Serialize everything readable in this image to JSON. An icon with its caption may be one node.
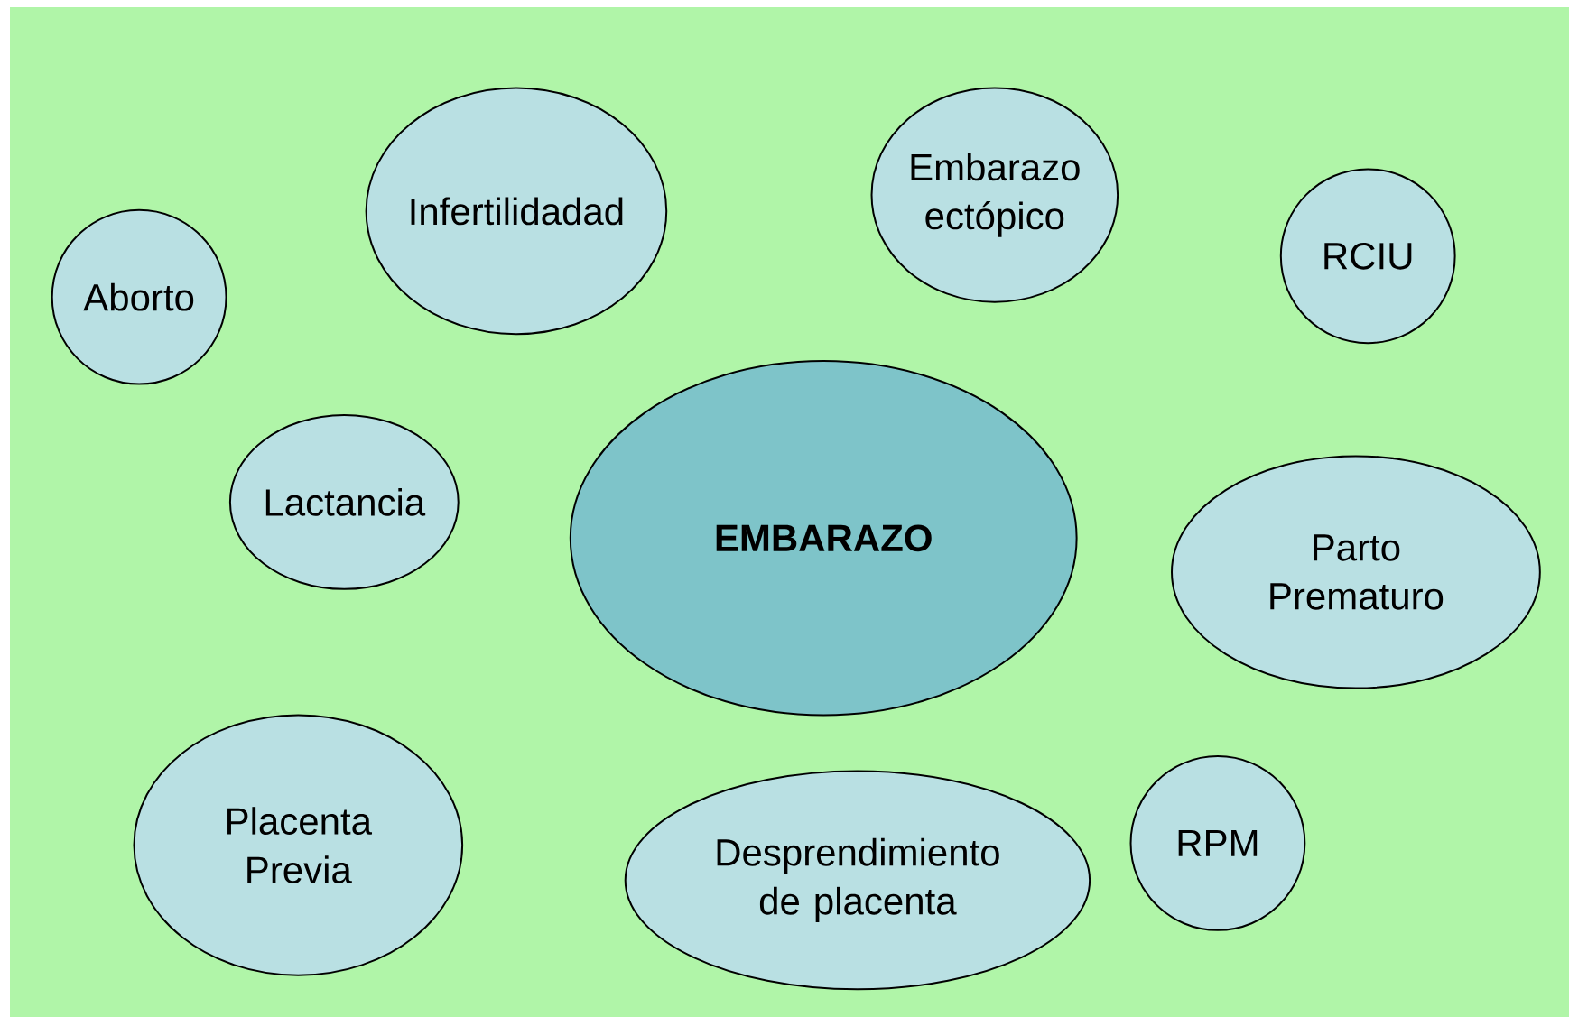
{
  "diagram": {
    "nodes": [
      {
        "text": [
          "Infertilidadad"
        ]
      },
      {
        "text": [
          "Embarazo ectópico"
        ]
      },
      {
        "text": [
          "Aborto"
        ]
      },
      {
        "text": [
          "RCIU"
        ]
      },
      {
        "text": [
          "Lactancia"
        ]
      },
      {
        "text": [
          "EMBARAZO"
        ]
      },
      {
        "text": [
          "Parto Prematuro"
        ]
      },
      {
        "text": [
          "Placenta Previa"
        ]
      },
      {
        "text": [
          "Desprendimiento de placenta"
        ]
      },
      {
        "text": [
          "RPM"
        ]
      }
    ]
  }
}
